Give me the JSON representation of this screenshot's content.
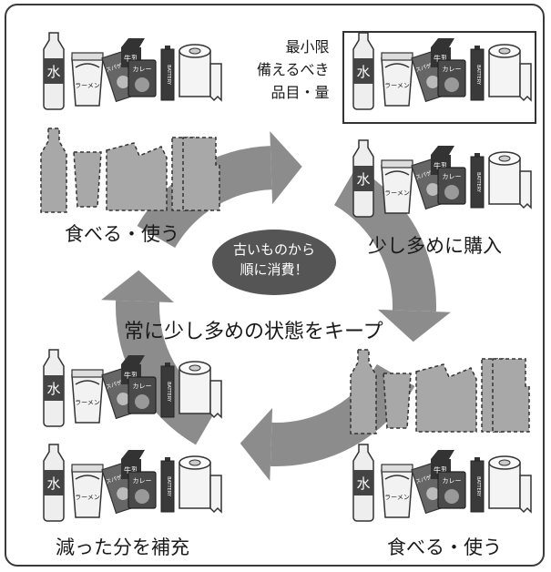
{
  "title": "常に少し多めの状態をキープ",
  "bubble": {
    "line1": "古いものから",
    "line2": "順に消費！"
  },
  "note": {
    "line1": "最小限",
    "line2": "備えるべき",
    "line3": "品目・量"
  },
  "steps": {
    "top_left": "食べる・使う",
    "top_right": "少し多めに購入",
    "bottom_right": "食べる・使う",
    "bottom_left": "減った分を補充"
  },
  "item_labels": {
    "water": "水",
    "ramen": "ラーメン",
    "spaghetti": "スパゲティ",
    "milk": "牛乳",
    "curry": "カレー",
    "battery": "BATTERY"
  },
  "icons": [
    "water-bottle-icon",
    "instant-ramen-cup-icon",
    "spaghetti-box-icon",
    "milk-carton-icon",
    "curry-pouch-icon",
    "battery-icon",
    "toilet-paper-icon",
    "circular-arrow-icon"
  ],
  "colors": {
    "arrow": "#8c8c8c",
    "bubble": "#555555",
    "outline_fill": "#a8a8a8",
    "item_dark": "#444444"
  }
}
